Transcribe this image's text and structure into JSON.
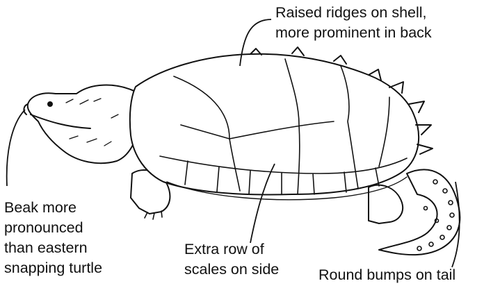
{
  "annotations": {
    "shell_ridges": "Raised ridges on shell,\nmore prominent in back",
    "beak": "Beak more\npronounced\nthan eastern\nsnapping turtle",
    "side_scales": "Extra row of\nscales on side",
    "tail_bumps": "Round bumps on tail"
  },
  "colors": {
    "ink": "#111111",
    "shell_fill": "#ffffff",
    "background": "#ffffff"
  },
  "icons": [
    "alligator-snapping-turtle-illustration"
  ]
}
